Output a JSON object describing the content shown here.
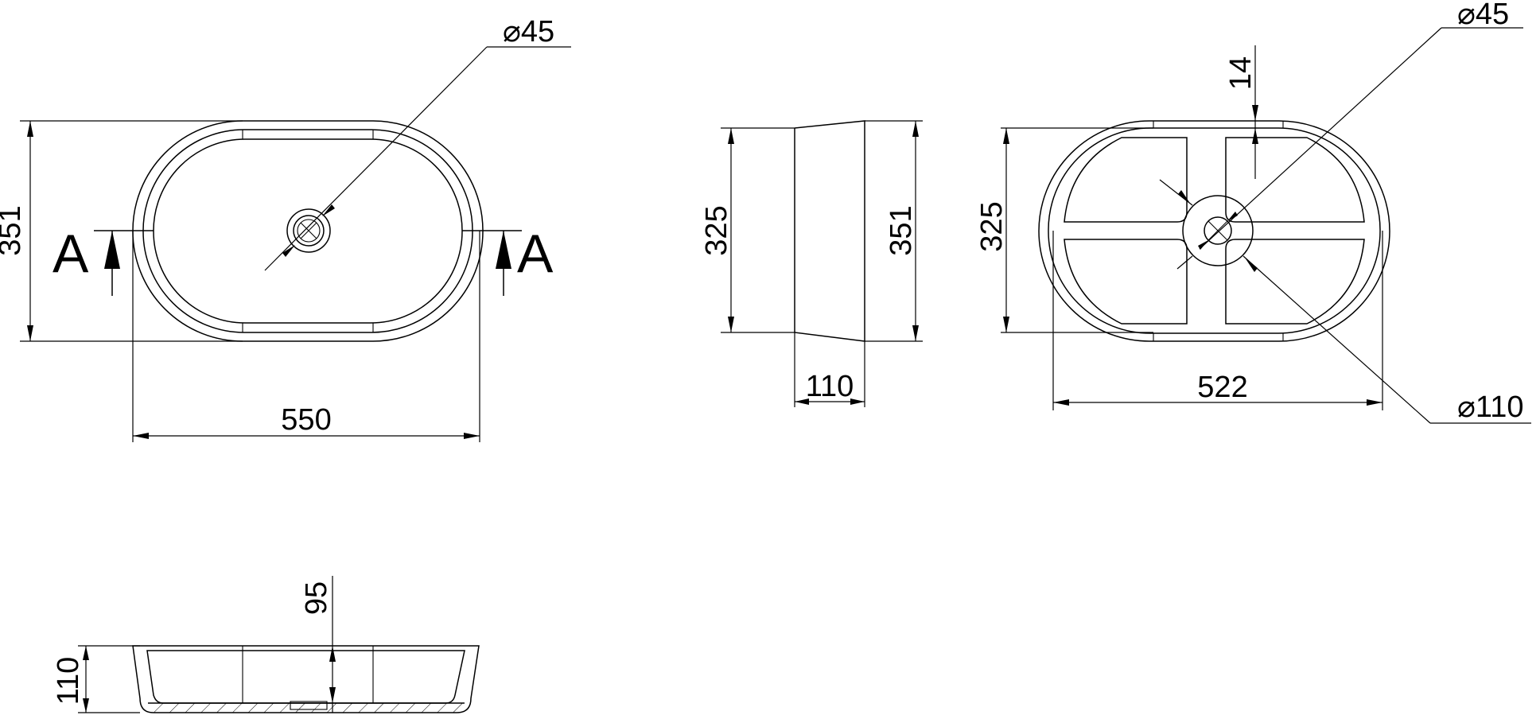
{
  "views": {
    "top": {
      "drain_callout": "⌀45",
      "height_dim": "351",
      "width_dim": "550",
      "section_mark_left": "A",
      "section_mark_right": "A"
    },
    "side": {
      "inner_height_dim": "325",
      "outer_height_dim": "351",
      "depth_dim": "110"
    },
    "bottom": {
      "drain_callout": "⌀45",
      "rib_dim": "14",
      "height_dim": "325",
      "width_dim": "522",
      "foot_callout": "⌀110"
    },
    "section": {
      "inner_depth_dim": "95",
      "height_dim": "110"
    }
  }
}
